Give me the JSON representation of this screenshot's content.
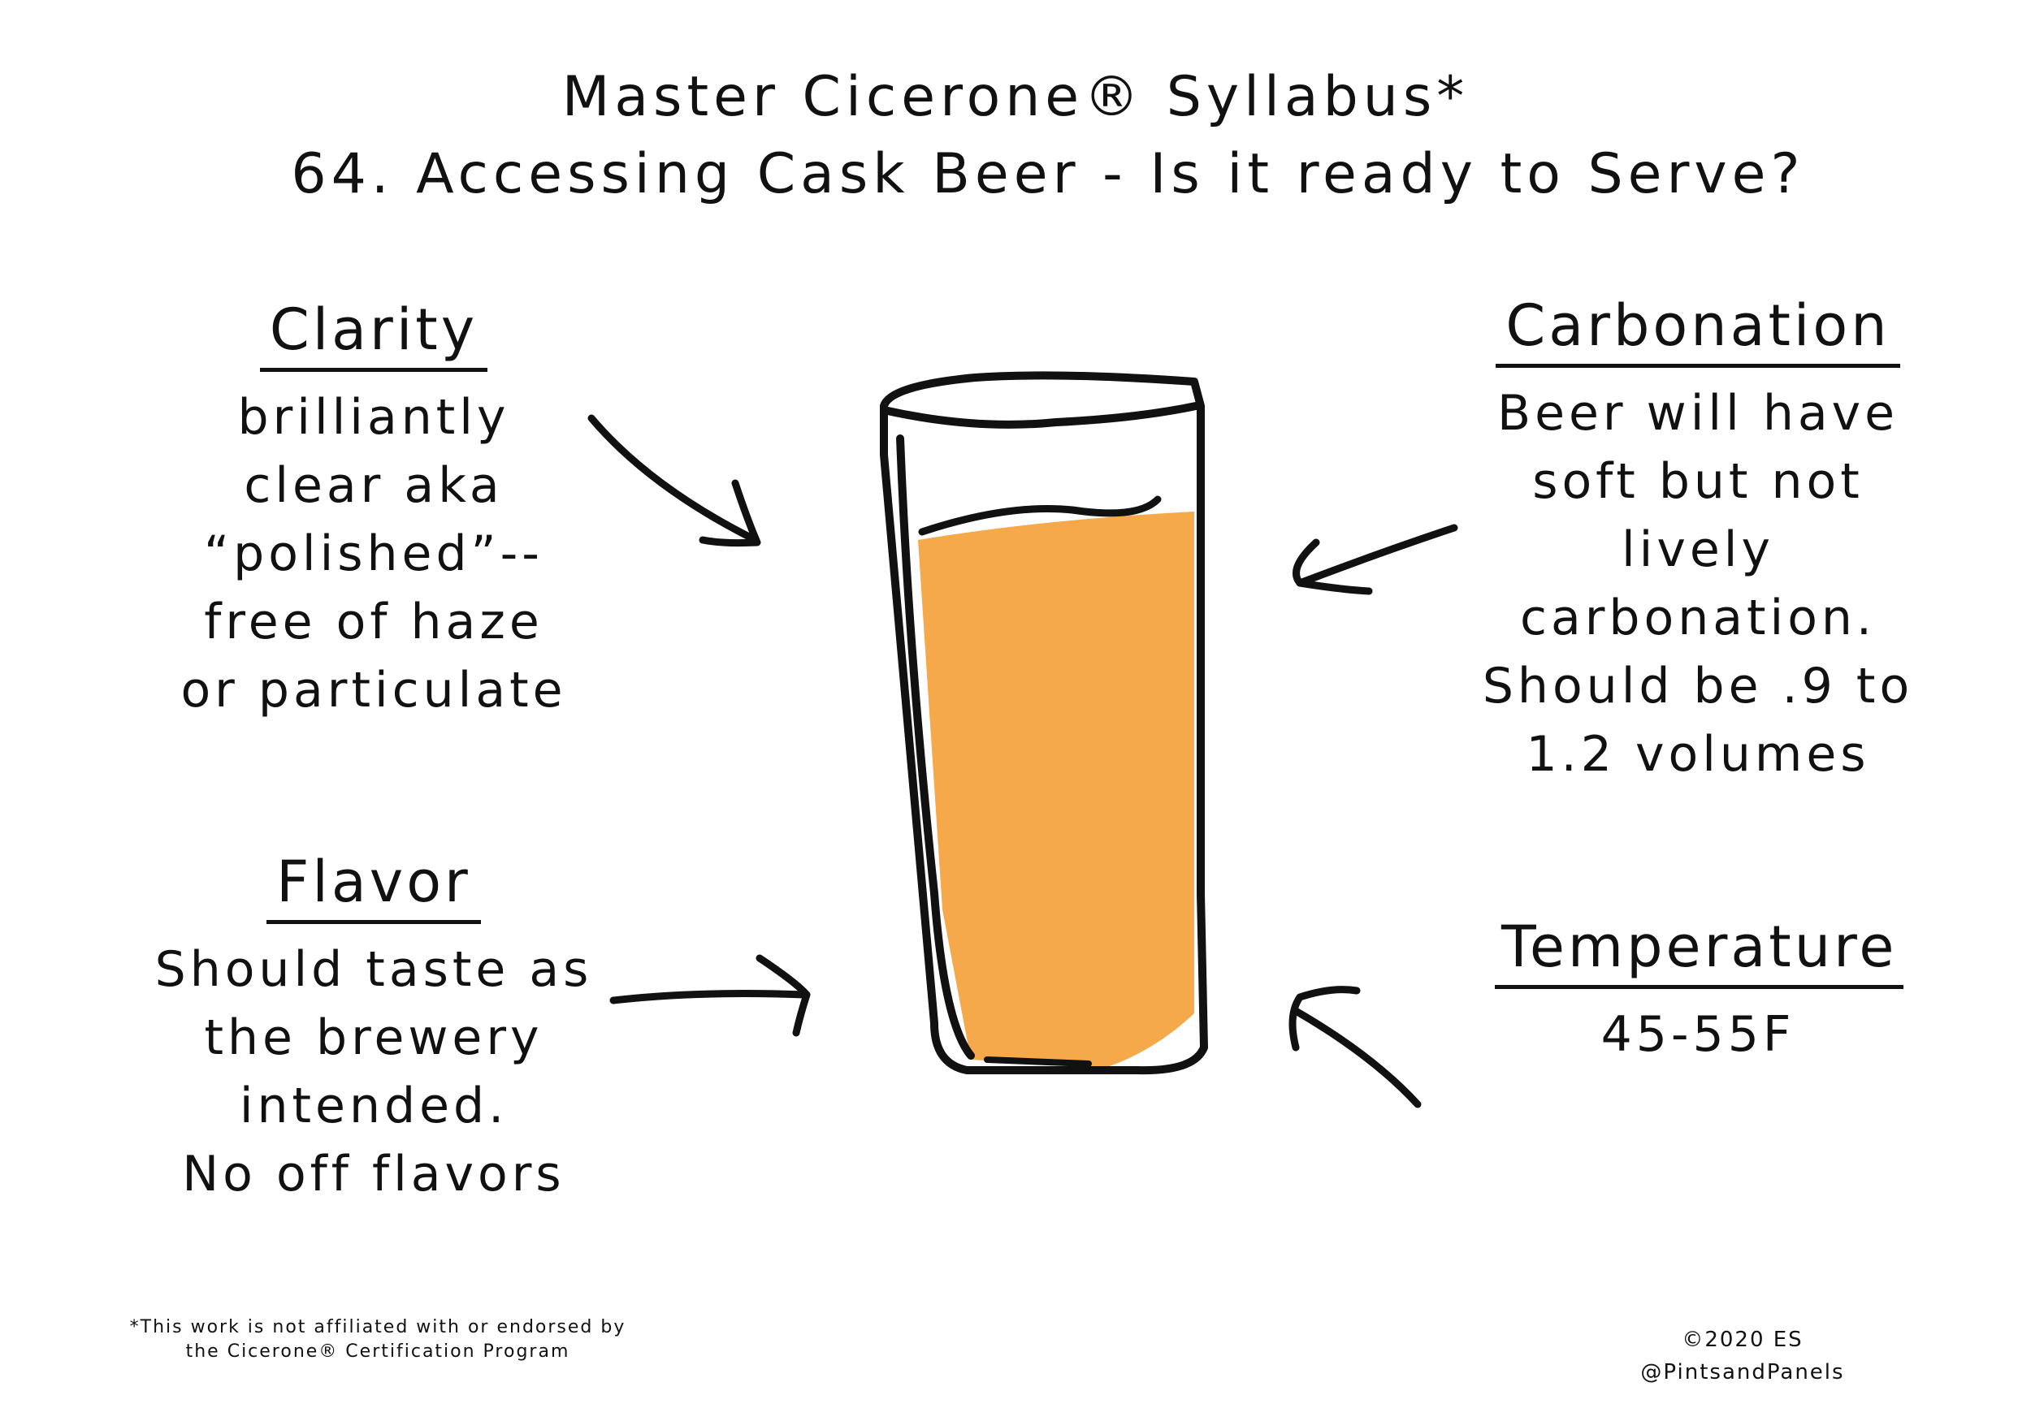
{
  "title": {
    "line1": "Master Cicerone® Syllabus*",
    "line2": "64. Accessing Cask Beer - Is it ready to Serve?"
  },
  "sections": {
    "clarity": {
      "heading": "Clarity",
      "lines": [
        "brilliantly",
        "clear aka",
        "“polished”--",
        "free of haze",
        "or particulate"
      ]
    },
    "carbonation": {
      "heading": "Carbonation",
      "lines": [
        "Beer will have",
        "soft but not",
        "lively",
        "carbonation.",
        "Should be .9 to",
        "1.2 volumes"
      ]
    },
    "flavor": {
      "heading": "Flavor",
      "lines": [
        "Should taste as",
        "the brewery",
        "intended.",
        "No off flavors"
      ]
    },
    "temperature": {
      "heading": "Temperature",
      "value": "45-55F"
    }
  },
  "footer": {
    "disclaimer_line1": "*This work is not affiliated with or endorsed by",
    "disclaimer_line2": "the Cicerone® Certification Program",
    "copyright": "©2020 ES",
    "handle": "@PintsandPanels"
  },
  "colors": {
    "beer": "#f5a94a",
    "ink": "#111111",
    "background": "#ffffff"
  },
  "icons": [
    "beer-glass-icon",
    "arrow-icon"
  ]
}
